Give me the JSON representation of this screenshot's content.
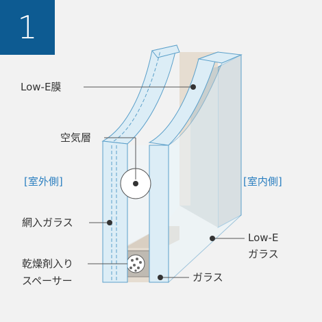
{
  "badge": {
    "number": "1",
    "color": "#0d5b92"
  },
  "labels": {
    "low_e_film": "Low-E膜",
    "air_layer": "空気層",
    "outdoor_side": "[室外側]",
    "indoor_side": "[室内側]",
    "wired_glass": "網入ガラス",
    "desiccant_line1": "乾燥剤入り",
    "desiccant_line2": "スペーサー",
    "low_e_glass_line1": "Low-E",
    "low_e_glass_line2": "ガラス",
    "glass": "ガラス"
  },
  "colors": {
    "background": "#f2f2f2",
    "glass_face": "#dcedf6",
    "glass_edge": "#5a9fc9",
    "spacer": "#e6ddd1",
    "coating": "#c3c7c6",
    "label_text": "#333333",
    "side_text": "#2b7fc0"
  }
}
